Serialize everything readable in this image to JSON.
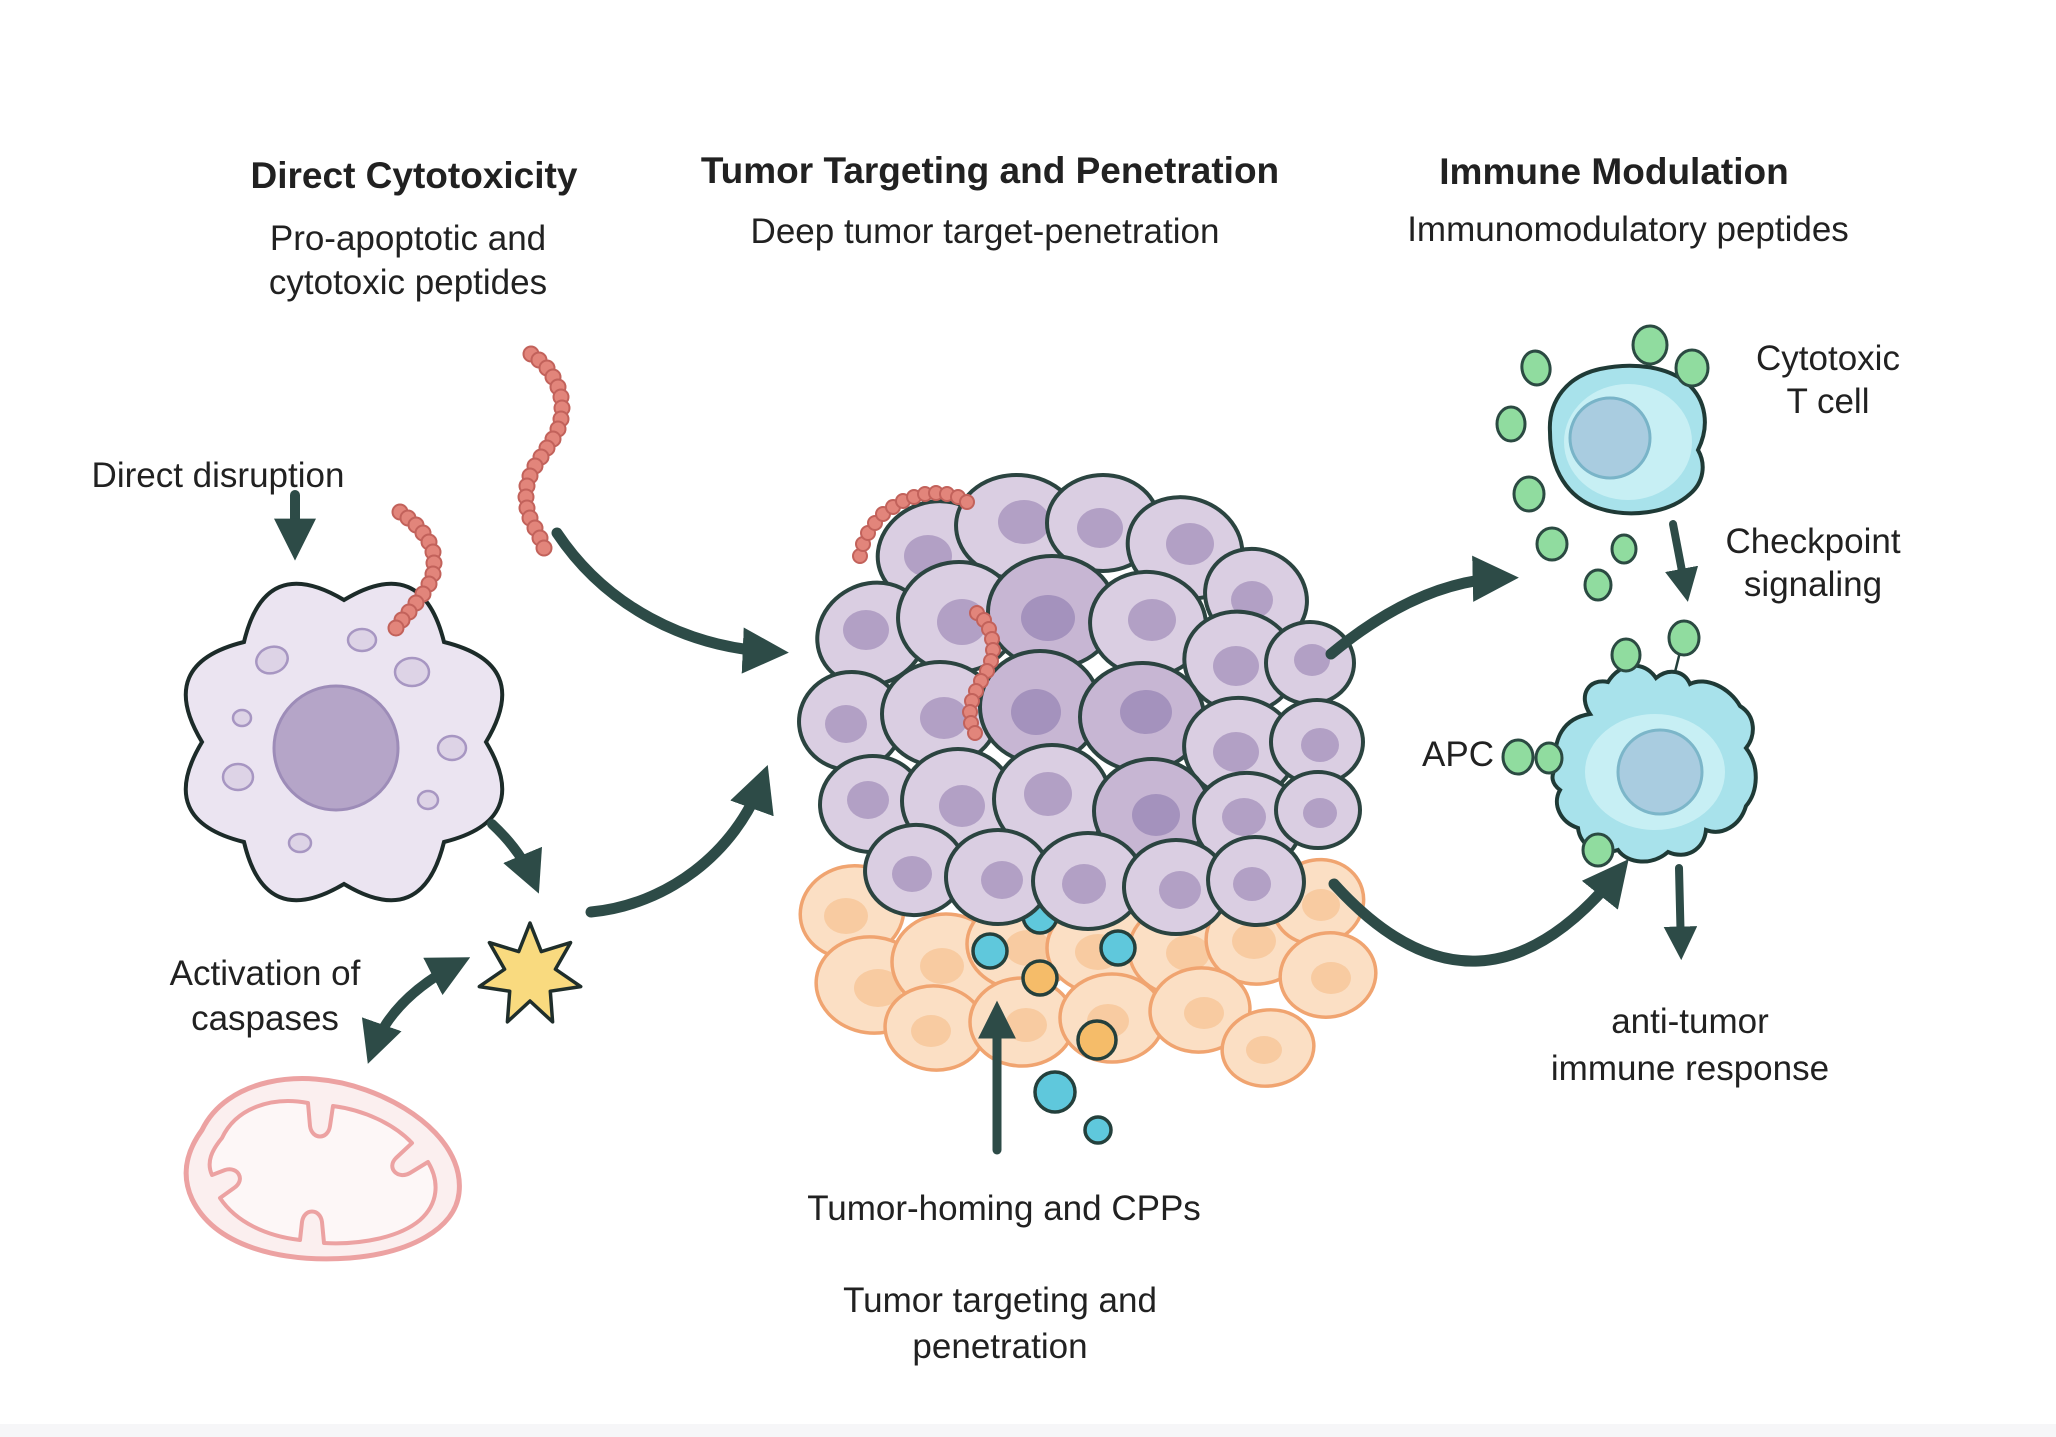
{
  "headers": {
    "left_title": "Direct Cytotoxicity",
    "left_sub1": "Pro-apoptotic and",
    "left_sub2": "cytotoxic peptides",
    "center_title": "Tumor Targeting and Penetration",
    "center_sub": "Deep tumor target-penetration",
    "right_title": "Immune Modulation",
    "right_sub": "Immunomodulatory peptides"
  },
  "labels": {
    "direct_disruption": "Direct disruption",
    "activation_1": "Activation of",
    "activation_2": "caspases",
    "tumor_homing": "Tumor-homing and CPPs",
    "tumor_targeting_1": "Tumor targeting and",
    "tumor_targeting_2": "penetration",
    "t_cell_1": "Cytotoxic",
    "t_cell_2": "T cell",
    "checkpoint_1": "Checkpoint",
    "checkpoint_2": "signaling",
    "apc": "APC",
    "anti_tumor_1": "anti-tumor",
    "anti_tumor_2": "immune response"
  },
  "elements": {
    "left_cell": "target-cell-with-membrane-disruption",
    "peptide_chains": "red-beaded-peptide-chains",
    "burst_star": "caspase-activation-burst",
    "mitochondria": "mitochondrion",
    "tumor_mass": "tumor-cell-cluster",
    "stromal_band": "stromal-tumor-cells",
    "payload_dots": "tumor-homing-peptide-payloads",
    "t_cell": "cytotoxic-t-cell",
    "apc_cell": "antigen-presenting-cell",
    "green_peptides": "immunomodulatory-peptides"
  },
  "colors": {
    "background": "#ffffff",
    "text": "#212121",
    "arrow": "#2d4b47",
    "tumor_cell_fill": "#dacee2",
    "tumor_cell_dark_fill": "#c7b6d3",
    "tumor_nucleus": "#b2a0c5",
    "stromal_cell_fill": "#fbdfc4",
    "stromal_cell_stroke": "#f0a470",
    "peptide_bead": "#e2857b",
    "immune_cell_fill": "#a8e2eb",
    "immune_cell_nucleus": "#a9cce0",
    "green_peptide": "#90dc9f",
    "blue_payload": "#5fc8dc",
    "orange_payload": "#f5bc69",
    "mitochondria_fill": "#fbefef",
    "mitochondria_stroke": "#eca2a2",
    "caspase_star": "#f9da7f"
  }
}
